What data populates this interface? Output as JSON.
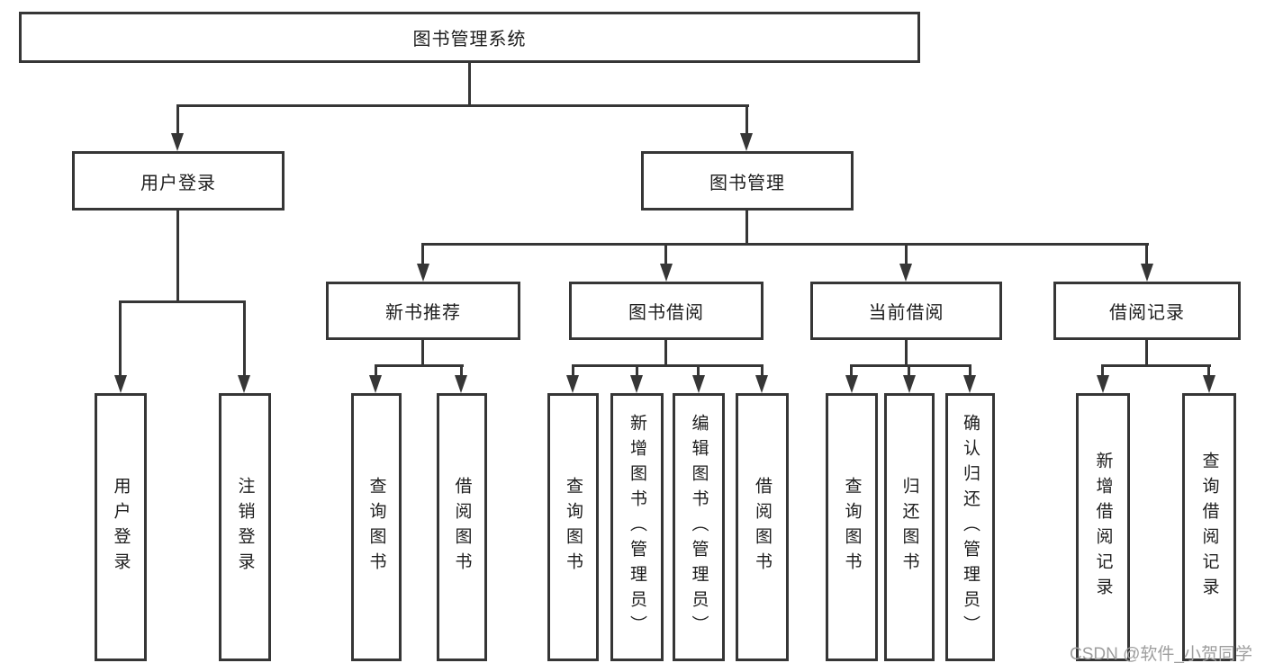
{
  "diagram": {
    "watermark": "CSDN @软件_小贺同学",
    "colors": {
      "line": "#363636",
      "text": "#1d1d1d",
      "watermark": "#9e9e9e",
      "background": "#ffffff"
    },
    "tree": {
      "label": "图书管理系统",
      "children": [
        {
          "label": "用户登录",
          "children": [
            {
              "label": "用户登录"
            },
            {
              "label": "注销登录"
            }
          ]
        },
        {
          "label": "图书管理",
          "children": [
            {
              "label": "新书推荐",
              "children": [
                {
                  "label": "查询图书"
                },
                {
                  "label": "借阅图书"
                }
              ]
            },
            {
              "label": "图书借阅",
              "children": [
                {
                  "label": "查询图书"
                },
                {
                  "label": "新增图书（管理员）"
                },
                {
                  "label": "编辑图书（管理员）"
                },
                {
                  "label": "借阅图书"
                }
              ]
            },
            {
              "label": "当前借阅",
              "children": [
                {
                  "label": "查询图书"
                },
                {
                  "label": "归还图书"
                },
                {
                  "label": "确认归还（管理员）"
                }
              ]
            },
            {
              "label": "借阅记录",
              "children": [
                {
                  "label": "新增借阅记录"
                },
                {
                  "label": "查询借阅记录"
                }
              ]
            }
          ]
        }
      ]
    }
  }
}
